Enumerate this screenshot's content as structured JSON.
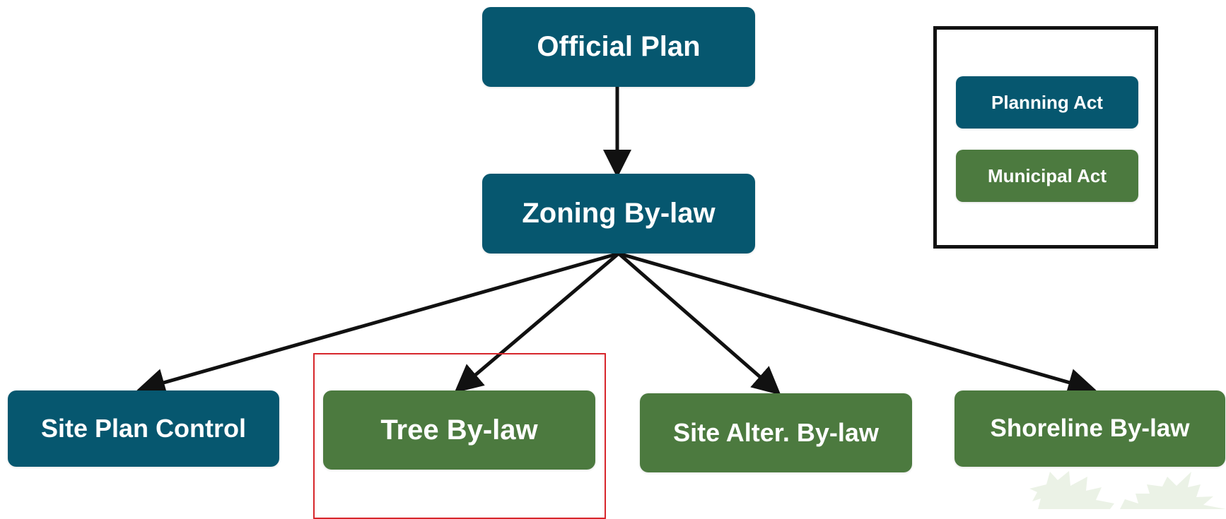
{
  "diagram": {
    "nodes": {
      "official_plan": "Official Plan",
      "zoning_bylaw": "Zoning By-law",
      "site_plan_control": "Site Plan Control",
      "tree_bylaw": "Tree By-law",
      "site_alter_bylaw": "Site Alter. By-law",
      "shoreline_bylaw": "Shoreline By-law"
    },
    "edges": [
      {
        "from": "official_plan",
        "to": "zoning_bylaw"
      },
      {
        "from": "zoning_bylaw",
        "to": "site_plan_control"
      },
      {
        "from": "zoning_bylaw",
        "to": "tree_bylaw"
      },
      {
        "from": "zoning_bylaw",
        "to": "site_alter_bylaw"
      },
      {
        "from": "zoning_bylaw",
        "to": "shoreline_bylaw"
      }
    ],
    "highlighted_node": "tree_bylaw"
  },
  "legend": {
    "planning_act": "Planning Act",
    "municipal_act": "Municipal Act"
  },
  "colors": {
    "planning_act": "#06576f",
    "municipal_act": "#4c7a3f",
    "highlight": "#d7262b",
    "arrow": "#111111",
    "watermark": "#dce8d2"
  },
  "icons": {
    "watermark": "maple-leaf-icon"
  }
}
